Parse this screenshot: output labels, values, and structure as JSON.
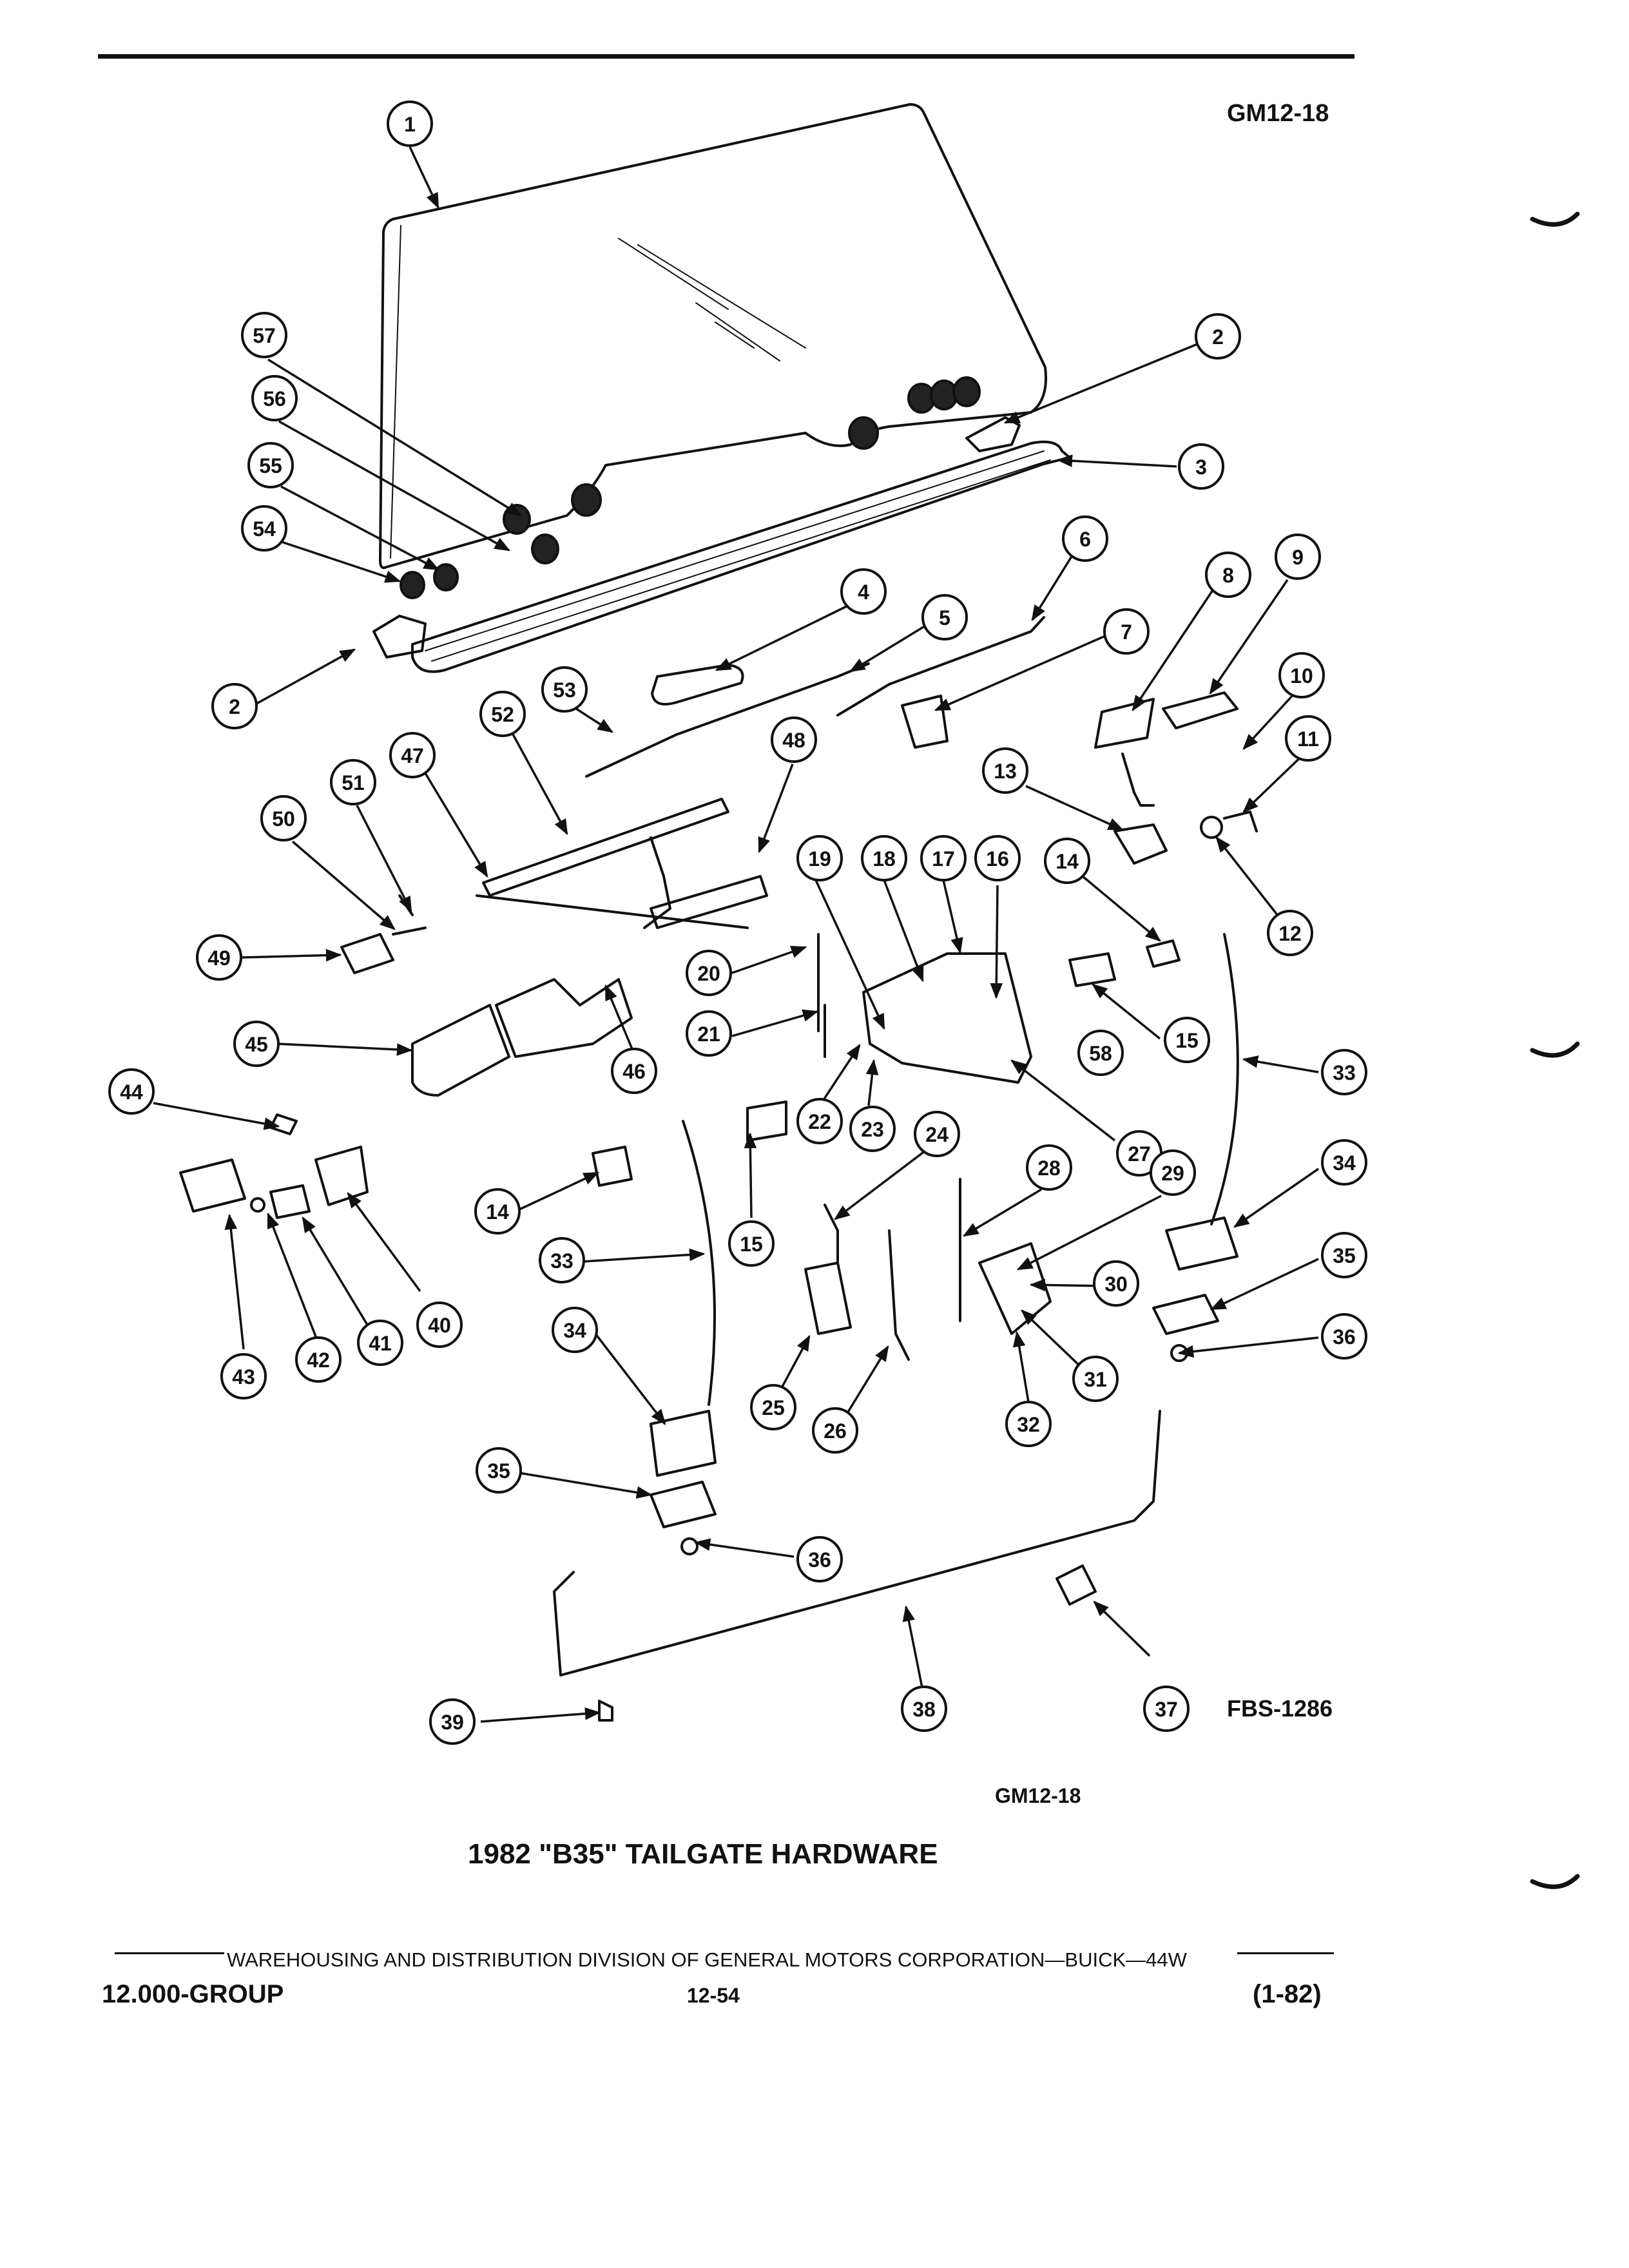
{
  "header": {
    "figure_code_top": "GM12-18",
    "reference_code": "FBS-1286",
    "figure_code_bottom": "GM12-18"
  },
  "caption": "1982 \"B35\" TAILGATE HARDWARE",
  "footer": {
    "division_line": "WAREHOUSING AND DISTRIBUTION  DIVISION OF GENERAL MOTORS CORPORATION—BUICK—44W",
    "group": "12.000-GROUP",
    "page": "12-54",
    "date": "(1-82)"
  },
  "callouts": [
    "1",
    "2",
    "2",
    "3",
    "4",
    "5",
    "6",
    "7",
    "8",
    "9",
    "10",
    "11",
    "12",
    "13",
    "14",
    "15",
    "58",
    "33",
    "34",
    "35",
    "36",
    "19",
    "18",
    "17",
    "16",
    "20",
    "21",
    "22",
    "23",
    "27",
    "47",
    "48",
    "51",
    "50",
    "49",
    "45",
    "46",
    "44",
    "52",
    "53",
    "57",
    "56",
    "55",
    "54",
    "24",
    "25",
    "26",
    "28",
    "29",
    "30",
    "31",
    "32",
    "14",
    "15",
    "33",
    "34",
    "35",
    "36",
    "37",
    "38",
    "39",
    "40",
    "41",
    "42",
    "43"
  ]
}
